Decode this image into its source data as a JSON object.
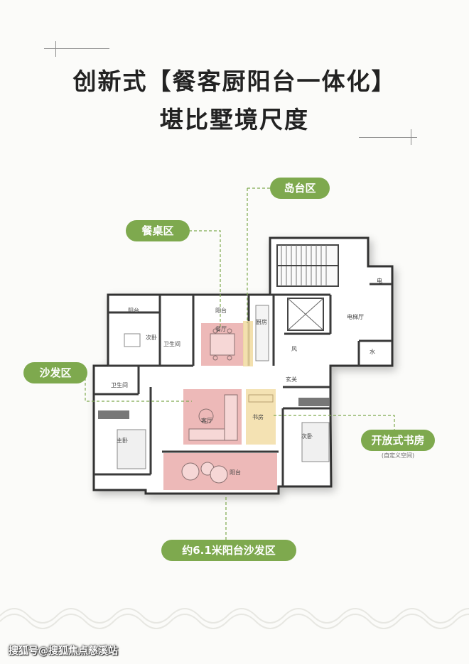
{
  "headline": {
    "line1": "创新式【餐客厨阳台一体化】",
    "line2": "堪比墅境尺度"
  },
  "callouts": {
    "island": "岛台区",
    "dining": "餐桌区",
    "sofa": "沙发区",
    "study": "开放式书房",
    "study_note": "(自定义空间)",
    "balcony": "约6.1米阳台沙发区"
  },
  "rooms": {
    "balcony_left": "阳台",
    "balcony_mid": "阳台",
    "second_bedroom_left": "次卧",
    "bathroom_upper": "卫生间",
    "bathroom_lower": "卫生间",
    "dining_room": "餐厅",
    "kitchen": "厨房",
    "elevator_hall": "电梯厅",
    "electric": "电",
    "water": "水",
    "wind": "风",
    "entrance": "玄关",
    "living_room": "客厅",
    "study_room": "书房",
    "second_bedroom_right": "次卧",
    "master_bedroom": "主卧",
    "south_balcony": "阳台"
  },
  "colors": {
    "accent_green": "#7ea94e",
    "highlight_pink": "#e9a8a6",
    "highlight_yellow": "#f1dba0"
  },
  "watermark": "搜狐号@搜狐焦点慈溪站"
}
